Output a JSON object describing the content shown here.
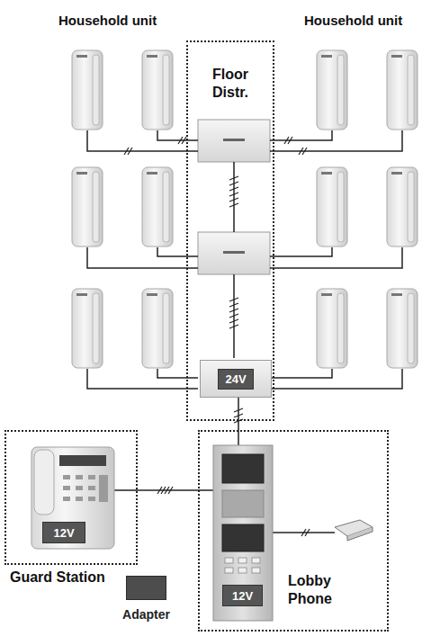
{
  "diagram": {
    "nodes": [
      {
        "text": [
          "Floor Distr."
        ]
      },
      {
        "text": [
          "24V"
        ],
        "in": 0
      },
      {
        "text": [
          "Guard Station"
        ]
      },
      {
        "text": [
          "12V"
        ],
        "in": 2
      },
      {
        "text": [
          "Lobby Phone"
        ]
      },
      {
        "text": [
          "12V"
        ],
        "in": 4
      },
      {
        "text": [
          "Adapter"
        ]
      }
    ],
    "edges": [
      {
        "from": 1,
        "to": 4,
        "arrow": "none"
      },
      {
        "from": 2,
        "to": 4,
        "arrow": "none"
      }
    ],
    "labels": [
      "Household unit",
      "Household unit"
    ]
  }
}
